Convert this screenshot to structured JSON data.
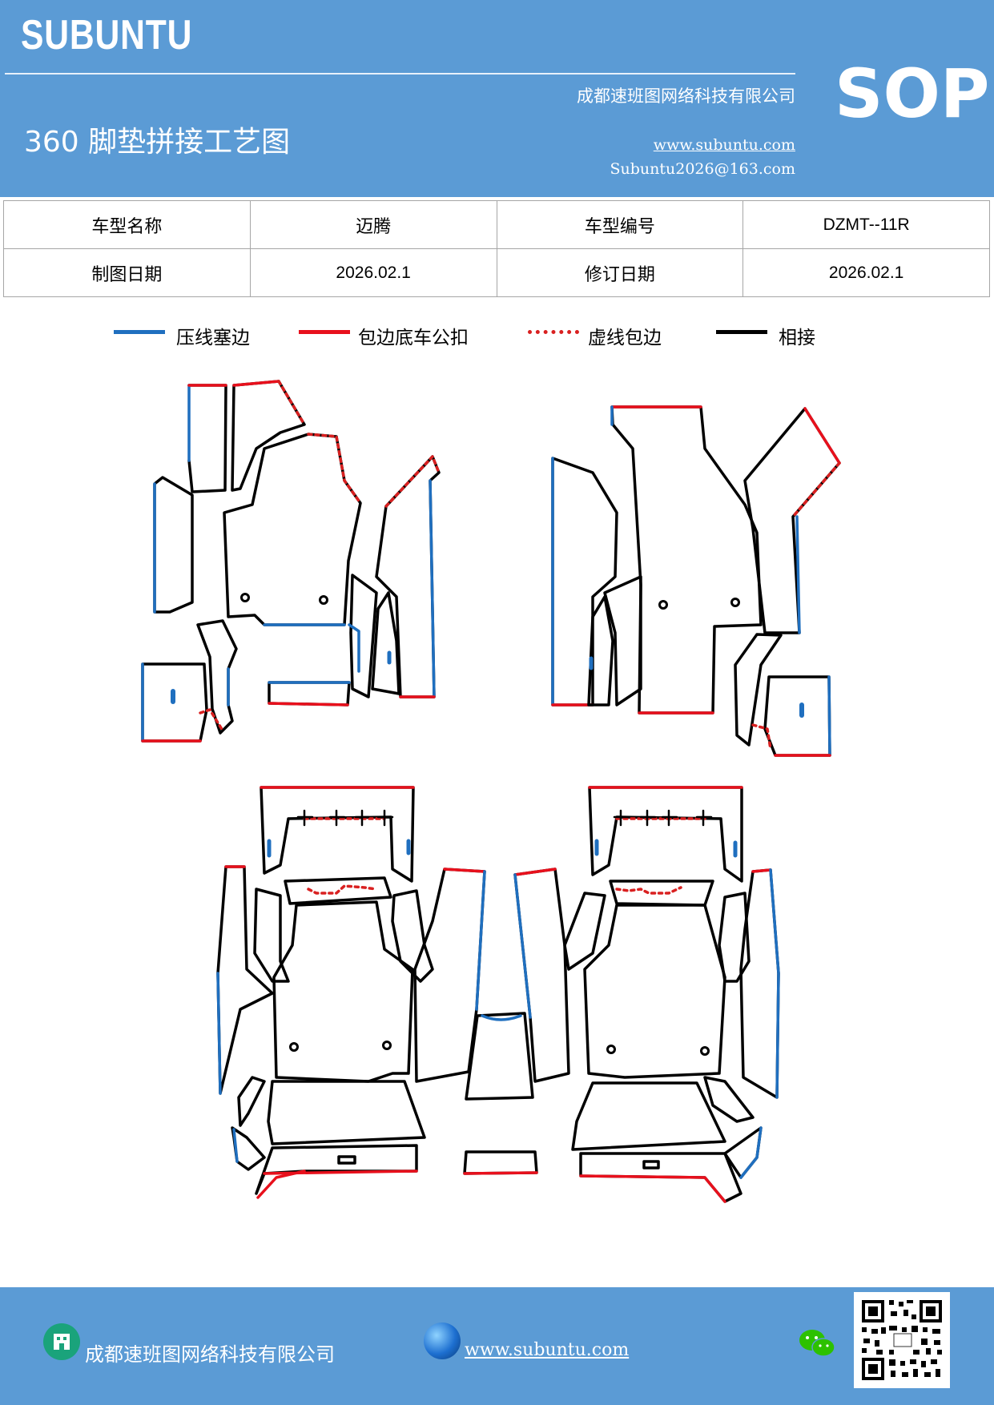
{
  "header": {
    "brand": "SUBUNTU",
    "company": "成都速班图网络科技有限公司",
    "title": "360 脚垫拼接工艺图",
    "website": "www.subuntu.com",
    "email": "Subuntu2026@163.com",
    "badge": "SOP"
  },
  "info": {
    "model_name_label": "车型名称",
    "model_name": "迈腾",
    "model_code_label": "车型编号",
    "model_code": "DZMT--11R",
    "draw_date_label": "制图日期",
    "draw_date": "2026.02.1",
    "revise_date_label": "修订日期",
    "revise_date": "2026.02.1"
  },
  "legend": {
    "items": [
      {
        "label": "压线塞边",
        "color": "#1f6fbf",
        "style": "solid"
      },
      {
        "label": "包边底车公扣",
        "color": "#e8101c",
        "style": "solid"
      },
      {
        "label": "虚线包边",
        "color": "#d92020",
        "style": "dotted"
      },
      {
        "label": "相接",
        "color": "#000000",
        "style": "solid"
      }
    ]
  },
  "footer": {
    "company": "成都速班图网络科技有限公司",
    "website": "www.subuntu.com "
  },
  "icons": {
    "building": "building-icon",
    "globe": "globe-icon",
    "wechat": "wechat-icon",
    "qr": "qr-code"
  }
}
